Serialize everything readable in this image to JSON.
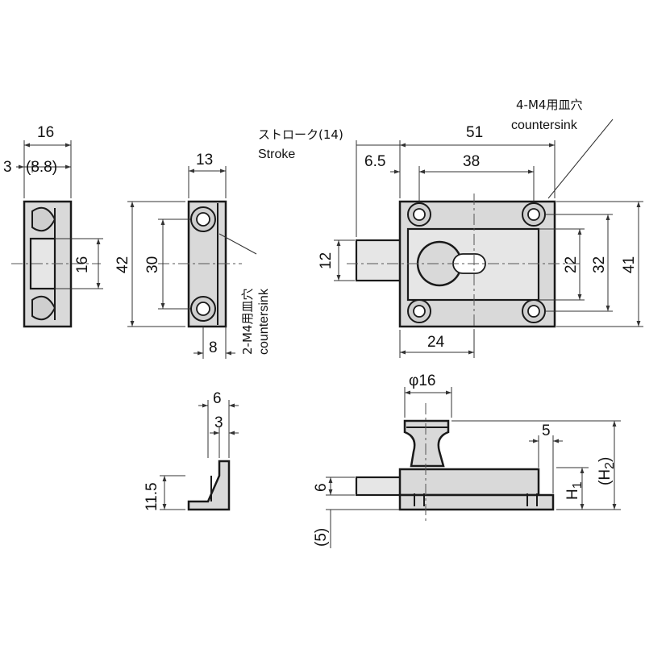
{
  "strike_front": {
    "width": "16",
    "offset": "3",
    "offset_paren": "(8.8)",
    "opening": "16"
  },
  "strike_side": {
    "width": "13",
    "height": "42",
    "pitch": "30",
    "depth": "8",
    "note_jp": "2-M4用皿穴",
    "note_en": "countersink"
  },
  "bolt_top": {
    "stroke_label_jp": "ストローク(14)",
    "stroke_label_en": "Stroke",
    "overall_width": "51",
    "offset": "6.5",
    "hole_pitch_x": "38",
    "bolt_height": "12",
    "body_inner": "22",
    "body_pitch": "32",
    "body_height": "41",
    "knob_offset": "24",
    "note_jp": "4-M4用皿穴",
    "note_en": "countersink"
  },
  "strike_end": {
    "width": "6",
    "thickness": "3",
    "height": "11.5"
  },
  "bolt_side": {
    "knob_dia": "φ16",
    "dim_5": "5",
    "bolt_h": "6",
    "paren_5": "(5)",
    "h1": "H",
    "h1_sub": "1",
    "h2_open": "(H",
    "h2_sub": "2",
    "h2_close": ")"
  }
}
